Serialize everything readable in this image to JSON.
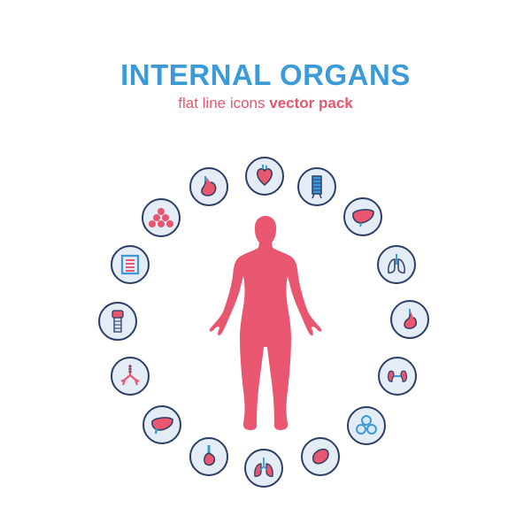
{
  "header": {
    "title": "INTERNAL ORGANS",
    "subtitle_light": "flat line icons",
    "subtitle_bold": "vector pack"
  },
  "colors": {
    "title": "#3a9bd8",
    "subtitle": "#e8566f",
    "body": "#e8566f",
    "icon_bg": "#e4edf6",
    "icon_border": "#2c3e66",
    "icon_blue": "#3a9bd8",
    "icon_pink": "#e8566f"
  },
  "icons": [
    "heart-icon",
    "trachea-icon",
    "liver-icon",
    "lungs-icon",
    "stomach-icon",
    "kidneys-icon",
    "cells-icon",
    "spleen-icon",
    "lungs-bronchi-icon",
    "esophagus-stomach-icon",
    "liver-gallbladder-icon",
    "bronchi-icon",
    "throat-icon",
    "intestines-icon",
    "blood-cells-icon",
    "stomach-tube-icon"
  ]
}
